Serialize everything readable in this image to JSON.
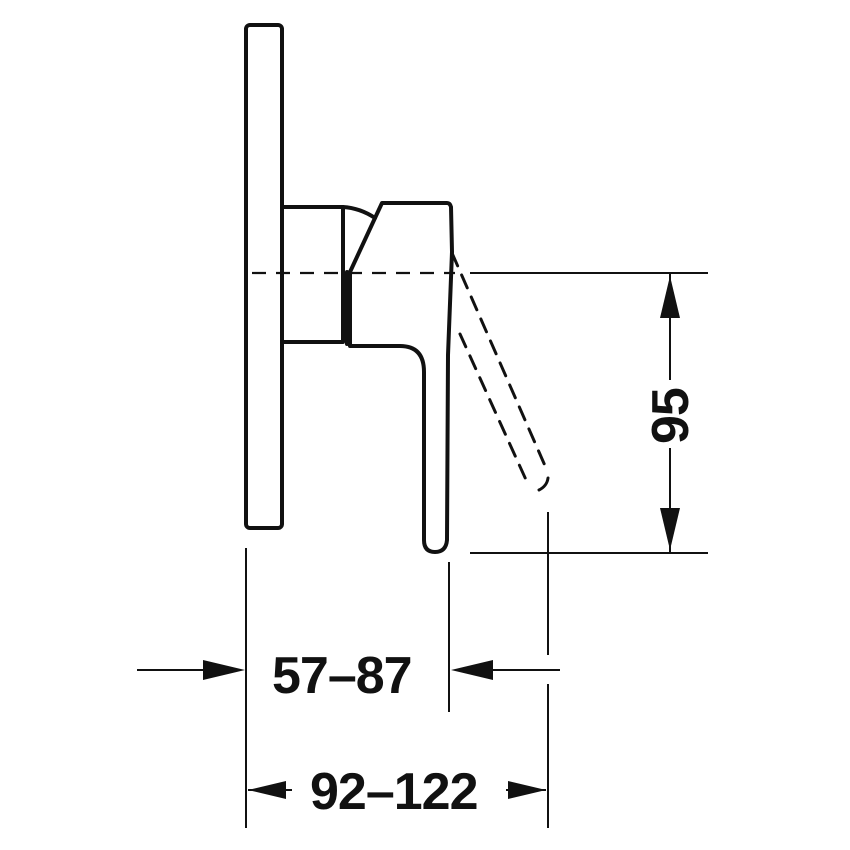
{
  "diagram": {
    "type": "technical-drawing",
    "subject": "concealed single-lever mixer, side view",
    "dimensions": {
      "height_lever_sweep": "95",
      "projection_lever": "57–87",
      "projection_total": "92–122"
    },
    "colors": {
      "line": "#111111",
      "background": "#ffffff"
    }
  }
}
